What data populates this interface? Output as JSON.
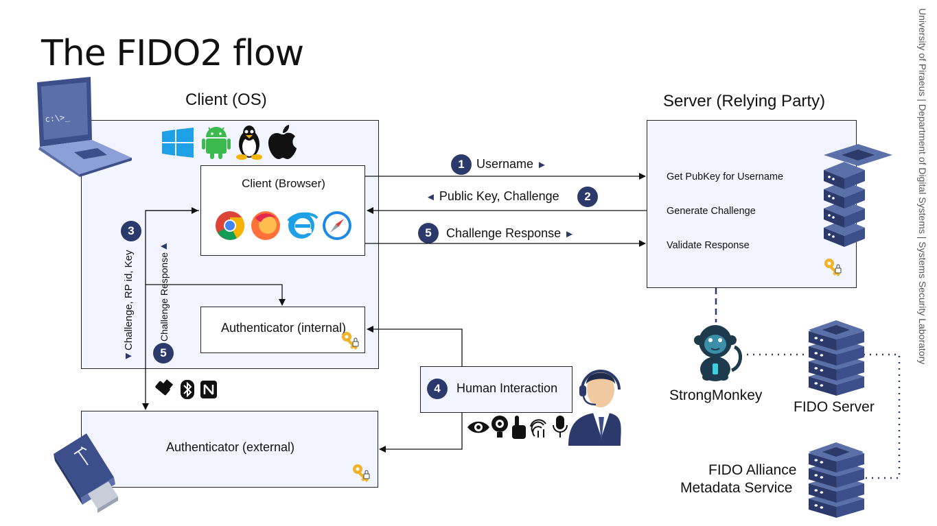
{
  "title": "The FIDO2 flow",
  "sidebar_text": "University of Piraeus | Department of Digital Systems | Systems Security Laboratory",
  "client": {
    "heading": "Client (OS)",
    "browser_label": "Client (Browser)",
    "auth_internal_label": "Authenticator (internal)",
    "auth_external_label": "Authenticator (external)"
  },
  "server": {
    "heading": "Server (Relying Party)",
    "steps": [
      "Get PubKey for Username",
      "Generate Challenge",
      "Validate Response"
    ]
  },
  "flow": {
    "step1": {
      "num": "1",
      "label": "Username"
    },
    "step2": {
      "num": "2",
      "label": "Public Key, Challenge"
    },
    "step5": {
      "num": "5",
      "label": "Challenge Response"
    },
    "step3": {
      "num": "3",
      "label": "Challenge, RP id, Key"
    },
    "step5b": {
      "num": "5",
      "label": "Challenge Response"
    },
    "step4": {
      "num": "4",
      "label": "Human Interaction"
    }
  },
  "backend": {
    "strongmonkey": "StrongMonkey",
    "fido_server": "FIDO Server",
    "mds_line1": "FIDO Alliance",
    "mds_line2": "Metadata Service"
  },
  "colors": {
    "navy": "#2b3a6b",
    "server_blue": "#3c4f8a",
    "pale_box": "#f2f4ff",
    "key_gold": "#f0b429"
  },
  "icons": [
    "laptop-icon",
    "windows-icon",
    "android-icon",
    "linux-icon",
    "apple-icon",
    "chrome-icon",
    "firefox-icon",
    "edge-icon",
    "safari-icon",
    "usb-key-icon",
    "bluetooth-icon",
    "nfc-icon",
    "eye-icon",
    "face-icon",
    "touch-icon",
    "fingerprint-icon",
    "microphone-icon",
    "person-headset-icon",
    "server-icon",
    "monkey-icon",
    "key-icon"
  ]
}
